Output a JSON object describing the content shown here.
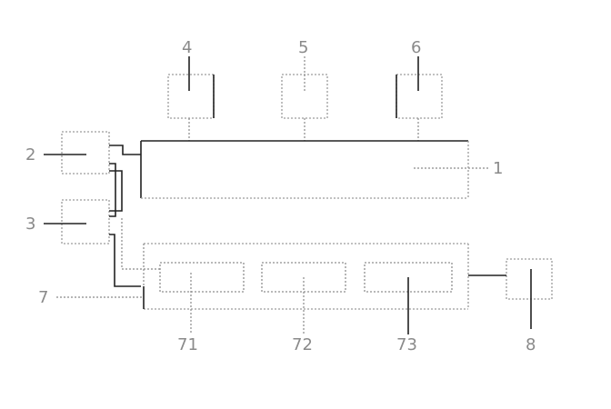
{
  "labels": {
    "l1": "1",
    "l2": "2",
    "l3": "3",
    "l4": "4",
    "l5": "5",
    "l6": "6",
    "l7": "7",
    "l71": "71",
    "l72": "72",
    "l73": "73",
    "l8": "8"
  },
  "colors": {
    "stroke_dark": "#222222",
    "stroke_light": "#9c9c9c",
    "label": "#8a8a8a"
  }
}
